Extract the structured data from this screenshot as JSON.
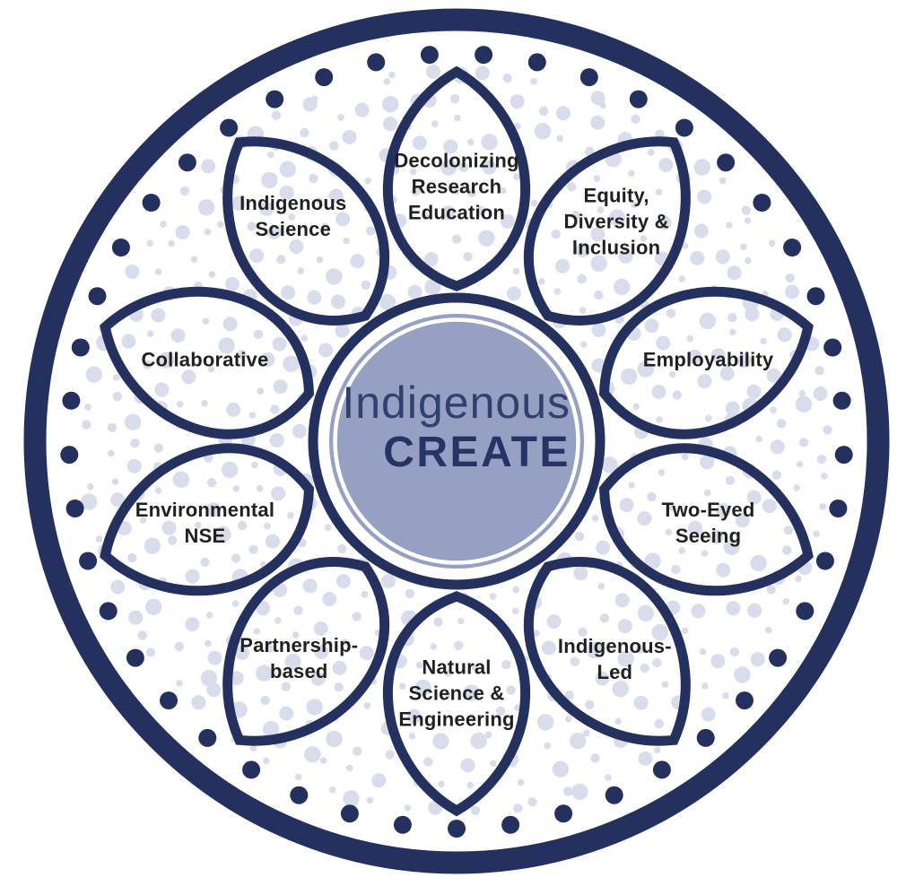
{
  "diagram": {
    "title": "Indigenous CREATE",
    "center": {
      "title_line1": "Indigenous",
      "title_line2": "CREATE"
    },
    "petals": [
      {
        "label": "Decolonizing Research Education",
        "lines": [
          "Decolonizing",
          "Research",
          "Education"
        ]
      },
      {
        "label": "Equity, Diversity & Inclusion",
        "lines": [
          "Equity,",
          "Diversity &",
          "Inclusion"
        ]
      },
      {
        "label": "Employability",
        "lines": [
          "Employability"
        ]
      },
      {
        "label": "Two-Eyed Seeing",
        "lines": [
          "Two-Eyed",
          "Seeing"
        ]
      },
      {
        "label": "Indigenous-Led",
        "lines": [
          "Indigenous-",
          "Led"
        ]
      },
      {
        "label": "Natural Science & Engineering",
        "lines": [
          "Natural",
          "Science &",
          "Engineering"
        ]
      },
      {
        "label": "Partnership-based",
        "lines": [
          "Partnership-",
          "based"
        ]
      },
      {
        "label": "Environmental NSE",
        "lines": [
          "Environmental",
          "NSE"
        ]
      },
      {
        "label": "Collaborative",
        "lines": [
          "Collaborative"
        ]
      },
      {
        "label": "Indigenous Science",
        "lines": [
          "Indigenous",
          "Science"
        ]
      }
    ],
    "colors": {
      "navy": "#24315e",
      "center_fill": "#96a0c2",
      "dot_lavender": "#d9dcea",
      "petal_text": "#202020",
      "center_text_regular": "#31406d",
      "center_text_bold": "#263465",
      "background": "#ffffff"
    }
  }
}
